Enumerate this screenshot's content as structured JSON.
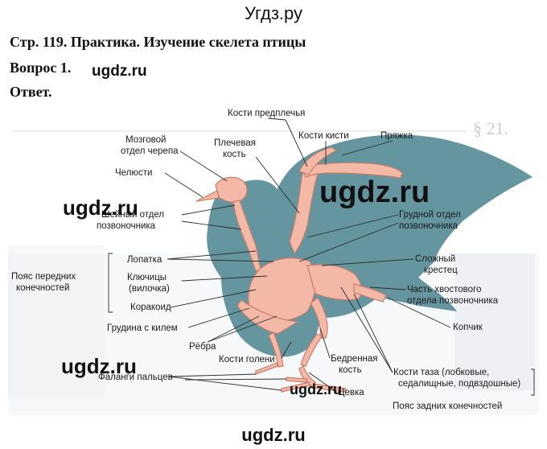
{
  "site_title": "Угдз.ру",
  "heading": "Стр. 119. Практика. Изучение скелета птицы",
  "question": "Вопрос 1.",
  "answer": "Ответ.",
  "watermark": "ugdz.ru",
  "figure": {
    "background_heading": "§ 21.",
    "labels": {
      "forearm": "Кости предплечья",
      "hand": "Кости кисти",
      "buckle": "Пряжка",
      "brain1": "Мозговой",
      "brain2": "отдел черепа",
      "shoulder1": "Плечевая",
      "shoulder2": "кость",
      "jaws": "Челюсти",
      "neck1": "Шейный отдел",
      "neck2": "позвоночника",
      "thoracic1": "Грудной отдел",
      "thoracic2": "позвоночника",
      "scapula": "Лопатка",
      "clavicle1": "Ключицы",
      "clavicle2": "(вилочка)",
      "coracoid": "Коракоид",
      "forebelt1": "Пояс передних",
      "forebelt2": "конечностей",
      "sacrum1": "Сложный",
      "sacrum2": "крестец",
      "tail1": "Часть хвостового",
      "tail2": "отдела позвоночника",
      "sternum": "Грудина с килем",
      "ribs": "Рёбра",
      "pygostyle": "Копчик",
      "shin": "Кости голени",
      "femur1": "Бедренная",
      "femur2": "кость",
      "pelvis1": "Кости таза (лобковые,",
      "pelvis2": "седалищные, подвздошные)",
      "toes": "Фаланги пальцев",
      "tarsus": "Цевка",
      "hindbelt": "Пояс задних конечностей"
    }
  },
  "colors": {
    "silhouette": "#5d8f9a",
    "bone": "#f3b9a6",
    "bone_outline": "#c47e6a"
  }
}
